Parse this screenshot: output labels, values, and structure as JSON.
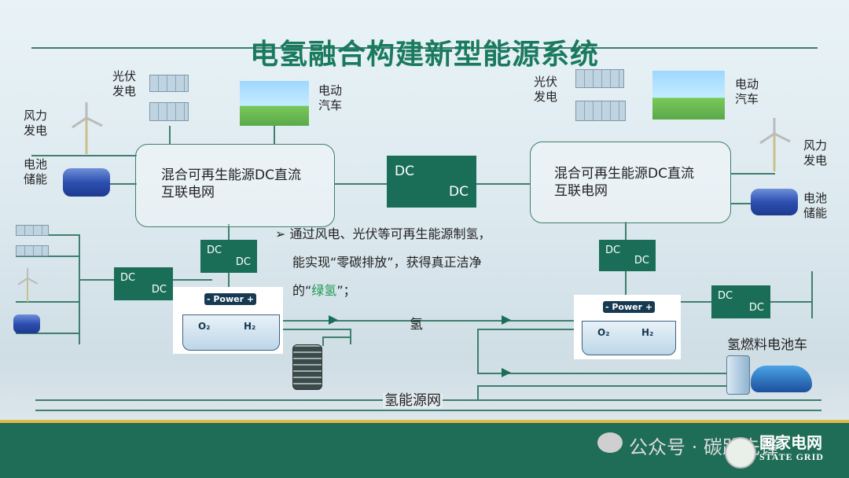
{
  "title": "电氢融合构建新型能源系统",
  "left": {
    "solar": [
      "光伏",
      "发电"
    ],
    "ev": [
      "电动",
      "汽车"
    ],
    "wind": [
      "风力",
      "发电"
    ],
    "storage": [
      "电池",
      "储能"
    ],
    "grid": [
      "混合可再生能源DC直流",
      "互联电网"
    ]
  },
  "right": {
    "solar": [
      "光伏",
      "发电"
    ],
    "ev": [
      "电动",
      "汽车"
    ],
    "wind": [
      "风力",
      "发电"
    ],
    "storage": [
      "电池",
      "储能"
    ],
    "grid": [
      "混合可再生能源DC直流",
      "互联电网"
    ],
    "fuel_cell_car": "氢燃料电池车"
  },
  "converter": {
    "a": "DC",
    "b": "DC"
  },
  "electrolyzer": {
    "power": "- Power +",
    "o2": "O₂",
    "h2": "H₂"
  },
  "bullet": {
    "marker": "➢",
    "line1": "通过风电、光伏等可再生能源制氢，",
    "line2": "能实现“零碳排放”，获得真正洁净",
    "line3_pre": "的“",
    "line3_green": "绿氢",
    "line3_post": "”；"
  },
  "hydrogen_label": "氢",
  "hydrogen_network": "氢能源网",
  "watermark": {
    "text": "公众号 · 碳路先锋",
    "logo_cn": "国家电网",
    "logo_en": "STATE GRID"
  },
  "colors": {
    "primary": "#1a6e57",
    "title": "#1a7a5e",
    "accent_green": "#1a9a4e",
    "footer": "#1f6d56",
    "stripe": "#e3b94a"
  }
}
